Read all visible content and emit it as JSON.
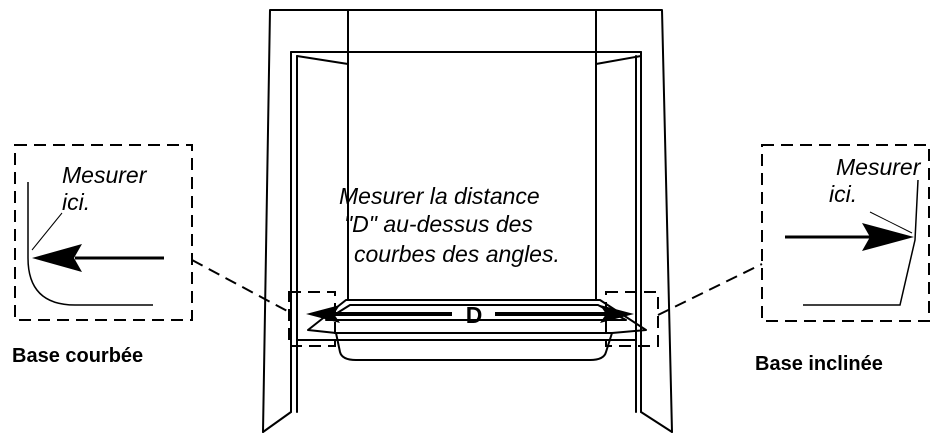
{
  "center": {
    "line1": "Mesurer la distance",
    "line2": "\"D\" au-dessus des",
    "line3": "courbes des angles."
  },
  "dimension_label": "D",
  "left_detail": {
    "line1": "Mesurer",
    "line2": "ici.",
    "caption": "Base courbée"
  },
  "right_detail": {
    "line1": "Mesurer",
    "line2": "ici.",
    "caption": "Base inclinée"
  },
  "colors": {
    "ink": "#000000",
    "background": "#ffffff"
  }
}
